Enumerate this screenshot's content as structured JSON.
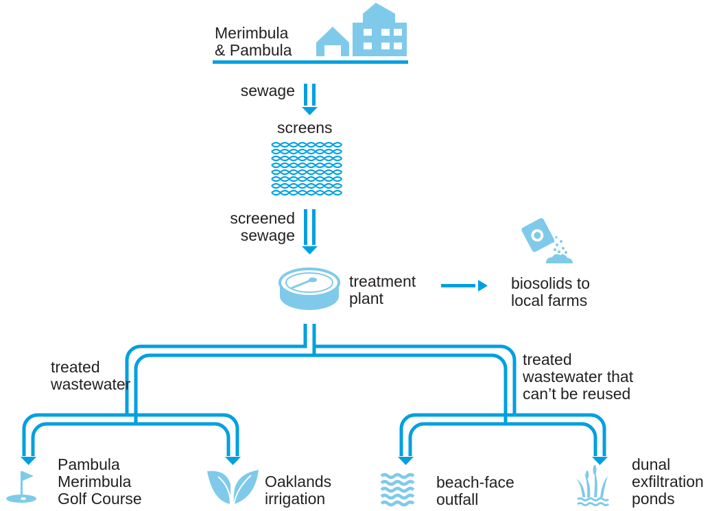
{
  "colors": {
    "accent": "#00a0e0",
    "icon_light": "#7fcaea",
    "text": "#231f20"
  },
  "source": {
    "label": "Merimbula\n& Pambula",
    "icon": "houses-icon"
  },
  "flow_labels": {
    "sewage": "sewage",
    "screens": "screens",
    "screened_sewage": "screened\nsewage",
    "treated_wastewater": "treated\nwastewater",
    "not_reused": "treated\nwastewater that\ncan’t be reused"
  },
  "treatment": {
    "label": "treatment\nplant",
    "icon": "treatment-plant-icon"
  },
  "biosolids": {
    "label": "biosolids to\nlocal farms",
    "icon": "biosolids-bag-icon"
  },
  "destinations": [
    {
      "label": "Pambula\nMerimbula\nGolf Course",
      "icon": "golf-flag-icon"
    },
    {
      "label": "Oaklands\nirrigation",
      "icon": "leaves-icon"
    },
    {
      "label": "beach-face\noutfall",
      "icon": "waves-icon"
    },
    {
      "label": "dunal\nexfiltration\nponds",
      "icon": "reeds-icon"
    }
  ]
}
